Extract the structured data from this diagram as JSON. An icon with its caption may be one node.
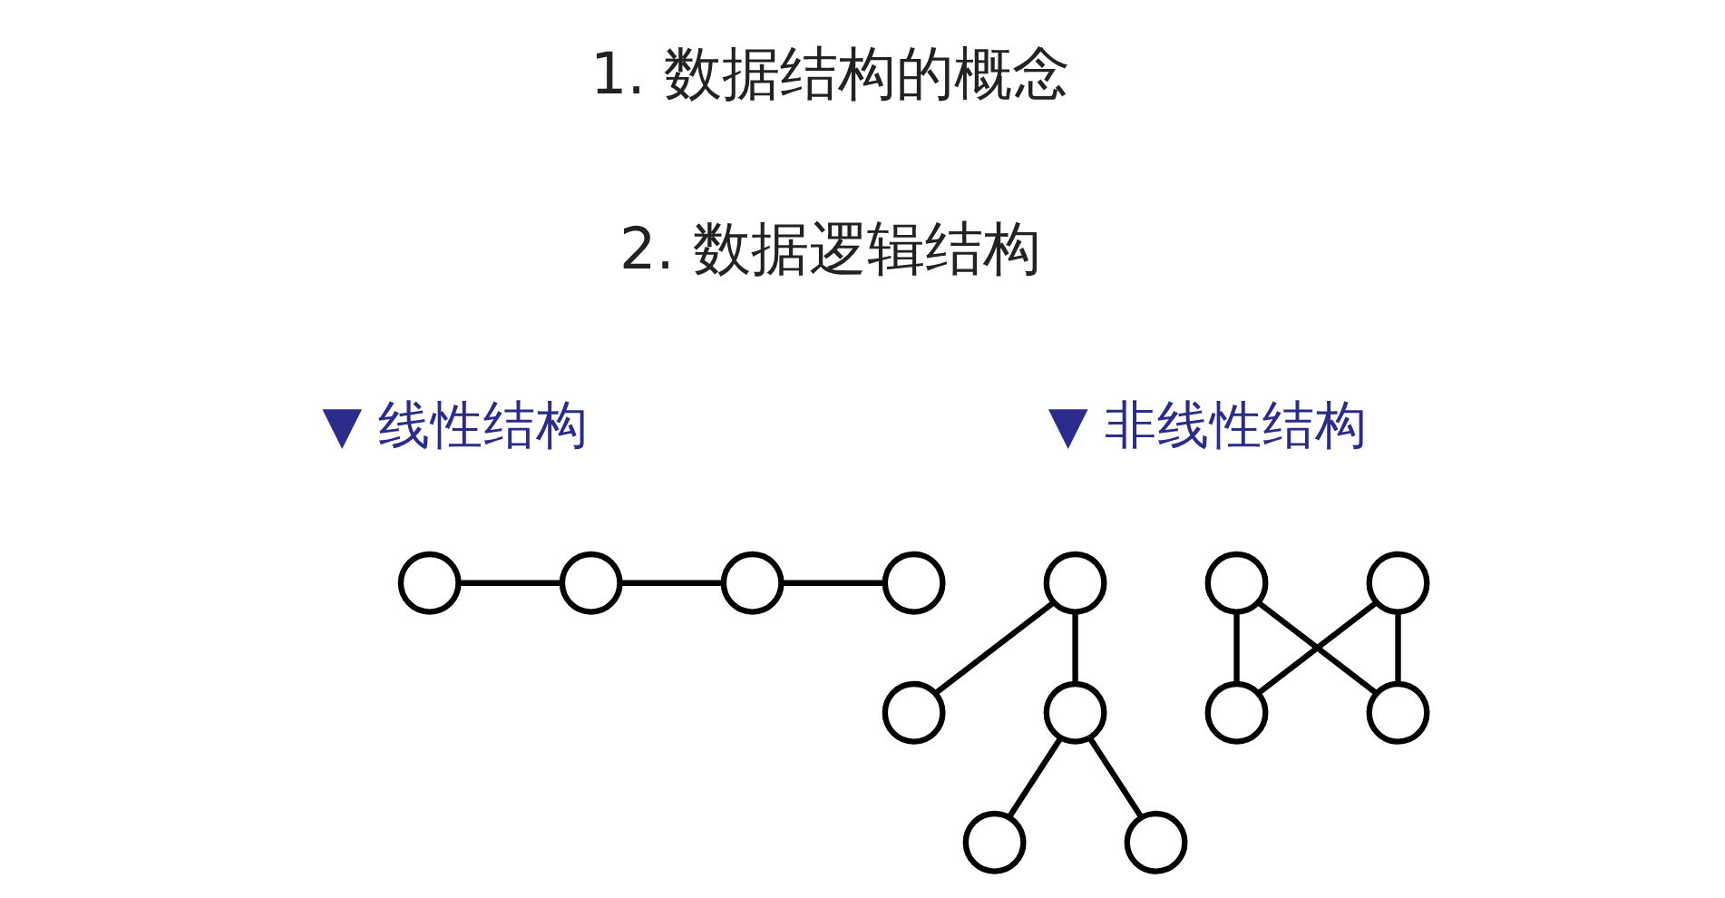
{
  "diagram": {
    "nodes": [
      {
        "text": [],
        "shape": "circle"
      },
      {
        "text": [],
        "shape": "circle"
      },
      {
        "text": [],
        "shape": "circle"
      },
      {
        "text": [],
        "shape": "circle"
      },
      {
        "text": [],
        "shape": "circle"
      },
      {
        "text": [],
        "shape": "circle"
      },
      {
        "text": [],
        "shape": "circle"
      },
      {
        "text": [],
        "shape": "circle"
      },
      {
        "text": [],
        "shape": "circle"
      },
      {
        "text": [],
        "shape": "circle"
      },
      {
        "text": [],
        "shape": "circle"
      },
      {
        "text": [],
        "shape": "circle"
      },
      {
        "text": [],
        "shape": "circle"
      }
    ],
    "edges": [
      {
        "from": 0,
        "to": 1,
        "arrow": "none"
      },
      {
        "from": 1,
        "to": 2,
        "arrow": "none"
      },
      {
        "from": 2,
        "to": 3,
        "arrow": "none"
      },
      {
        "from": 4,
        "to": 5,
        "arrow": "none"
      },
      {
        "from": 4,
        "to": 6,
        "arrow": "none"
      },
      {
        "from": 6,
        "to": 7,
        "arrow": "none"
      },
      {
        "from": 6,
        "to": 8,
        "arrow": "none"
      },
      {
        "from": 9,
        "to": 11,
        "arrow": "none"
      },
      {
        "from": 9,
        "to": 12,
        "arrow": "none"
      },
      {
        "from": 11,
        "to": 10,
        "arrow": "none"
      },
      {
        "from": 12,
        "to": 10,
        "arrow": "none"
      }
    ],
    "labels": [
      "1. 数据结构的概念",
      "2. 数据逻辑结构",
      "▼ 线性结构",
      "▼ 非线性结构"
    ]
  }
}
